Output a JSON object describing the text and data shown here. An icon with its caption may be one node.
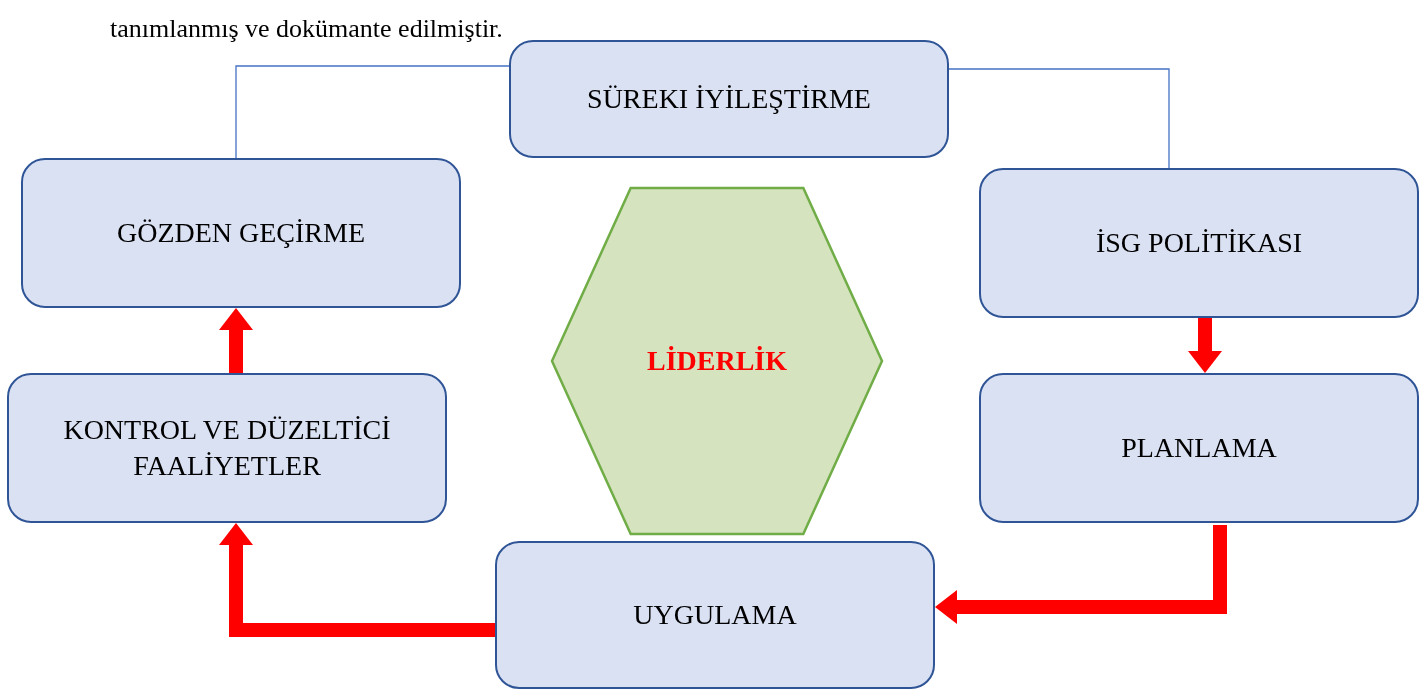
{
  "diagram": {
    "nodes": [
      {
        "text": [
          "SÜREKI İYİLEŞTİRME"
        ]
      },
      {
        "text": [
          "GÖZDEN GEÇİRME"
        ]
      },
      {
        "text": [
          "LİDERLİK"
        ]
      },
      {
        "text": [
          "İSG POLİTİKASI"
        ]
      },
      {
        "text": [
          "KONTROL VE DÜZELTİCİ FAALİYETLER"
        ]
      },
      {
        "text": [
          "PLANLAMA"
        ]
      },
      {
        "text": [
          "UYGULAMA"
        ]
      }
    ],
    "edges": [
      {
        "from": 0,
        "to": 1,
        "arrow": "none",
        "color": "#4472c4"
      },
      {
        "from": 0,
        "to": 3,
        "arrow": "none",
        "color": "#4472c4"
      },
      {
        "from": 3,
        "to": 5,
        "arrow": "to"
      },
      {
        "from": 5,
        "to": 6,
        "arrow": "to"
      },
      {
        "from": 6,
        "to": 4,
        "arrow": "to"
      },
      {
        "from": 4,
        "to": 1,
        "arrow": "to"
      }
    ],
    "labels": [
      "tanımlanmış ve dokümante edilmiştir."
    ]
  }
}
